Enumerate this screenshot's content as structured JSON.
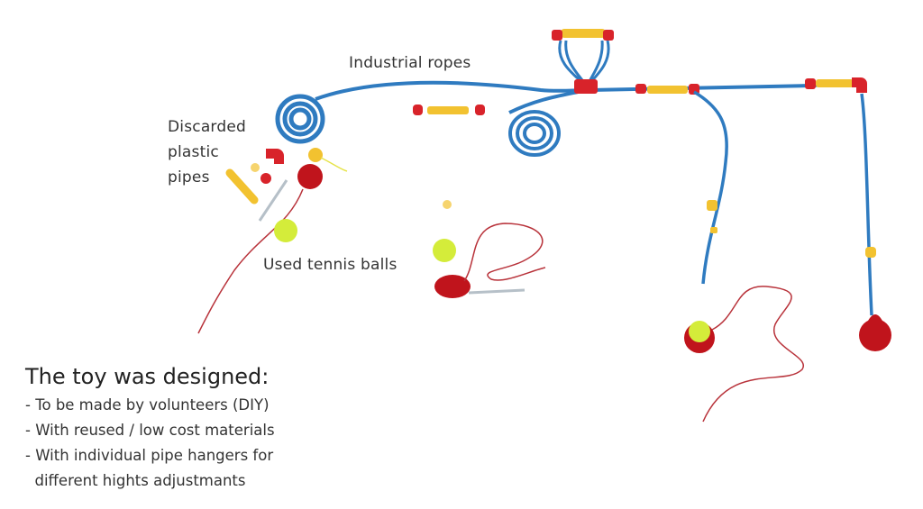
{
  "labels": {
    "industrial_ropes": "Industrial ropes",
    "discarded_pipes": [
      "Discarded",
      "plastic",
      "pipes"
    ],
    "tennis_balls": "Used tennis balls"
  },
  "description": {
    "title": "The toy was designed:",
    "bullets": [
      "- To be made by volunteers (DIY)",
      "- With reused / low cost materials",
      "- With individual pipe hangers for",
      "  different hights adjustmants"
    ]
  },
  "colors": {
    "rope": "#2f7bc0",
    "pipe_yellow": "#f2c230",
    "pipe_red": "#d8232a",
    "tennis": "#d4ec3a",
    "yarn_red": "#c0141c",
    "string": "#b8323a",
    "gray_pipe": "#b6c0c8"
  }
}
